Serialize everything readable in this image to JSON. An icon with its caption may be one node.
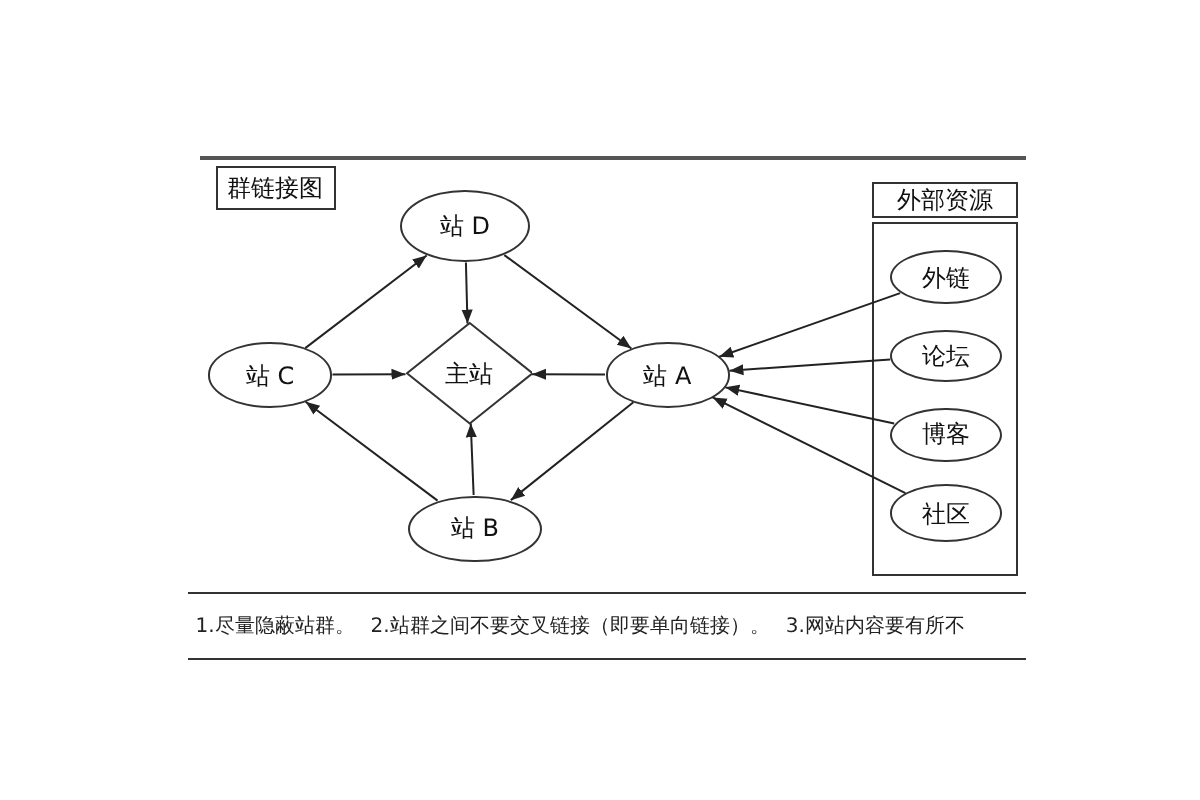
{
  "diagram": {
    "nodes": [
      {
        "text": [
          "群链接图"
        ]
      },
      {
        "text": [
          "站 D"
        ]
      },
      {
        "text": [
          "站 C"
        ]
      },
      {
        "text": [
          "主站"
        ]
      },
      {
        "text": [
          "站 A"
        ]
      },
      {
        "text": [
          "站 B"
        ]
      },
      {
        "text": [
          "外部资源"
        ]
      },
      {
        "text": [],
        "shape": "box"
      },
      {
        "text": [
          "外链"
        ],
        "in": 7
      },
      {
        "text": [
          "论坛"
        ],
        "in": 7
      },
      {
        "text": [
          "博客"
        ],
        "in": 7
      },
      {
        "text": [
          "社区"
        ],
        "in": 7
      }
    ],
    "edges": [
      {
        "from": 2,
        "to": 1,
        "arrow": "to"
      },
      {
        "from": 1,
        "to": 3,
        "arrow": "to"
      },
      {
        "from": 1,
        "to": 4,
        "arrow": "to"
      },
      {
        "from": 2,
        "to": 3,
        "arrow": "to"
      },
      {
        "from": 4,
        "to": 3,
        "arrow": "to"
      },
      {
        "from": 4,
        "to": 5,
        "arrow": "to"
      },
      {
        "from": 5,
        "to": 3,
        "arrow": "to"
      },
      {
        "from": 5,
        "to": 2,
        "arrow": "to"
      },
      {
        "from": 8,
        "to": 4,
        "arrow": "to"
      },
      {
        "from": 9,
        "to": 4,
        "arrow": "to"
      },
      {
        "from": 10,
        "to": 4,
        "arrow": "to"
      },
      {
        "from": 11,
        "to": 4,
        "arrow": "to"
      }
    ],
    "labels": [
      "1.尽量隐蔽站群。",
      "2.站群之间不要交叉链接（即要单向链接）。",
      "3.网站内容要有所不"
    ]
  }
}
